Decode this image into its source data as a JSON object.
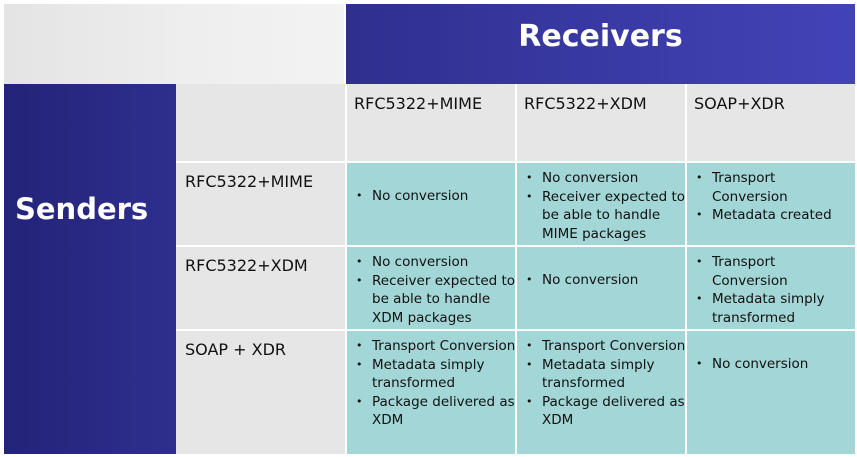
{
  "header": {
    "receivers": "Receivers",
    "senders": "Senders"
  },
  "columns": [
    "RFC5322+MIME",
    "RFC5322+XDM",
    "SOAP+XDR"
  ],
  "rows": [
    {
      "label": "RFC5322+MIME",
      "cells": [
        [
          "No conversion"
        ],
        [
          "No conversion",
          "Receiver expected to be able to handle MIME packages"
        ],
        [
          "Transport Conversion",
          "Metadata created"
        ]
      ]
    },
    {
      "label": "RFC5322+XDM",
      "cells": [
        [
          "No conversion",
          "Receiver expected to be able to handle XDM packages"
        ],
        [
          "No conversion"
        ],
        [
          "Transport Conversion",
          "Metadata simply transformed"
        ]
      ]
    },
    {
      "label": "SOAP + XDR",
      "cells": [
        [
          "Transport Conversion",
          "Metadata simply transformed",
          "Package delivered as XDM"
        ],
        [
          "Transport Conversion",
          "Metadata simply transformed",
          "Package delivered as XDM"
        ],
        [
          "No conversion"
        ]
      ]
    }
  ]
}
